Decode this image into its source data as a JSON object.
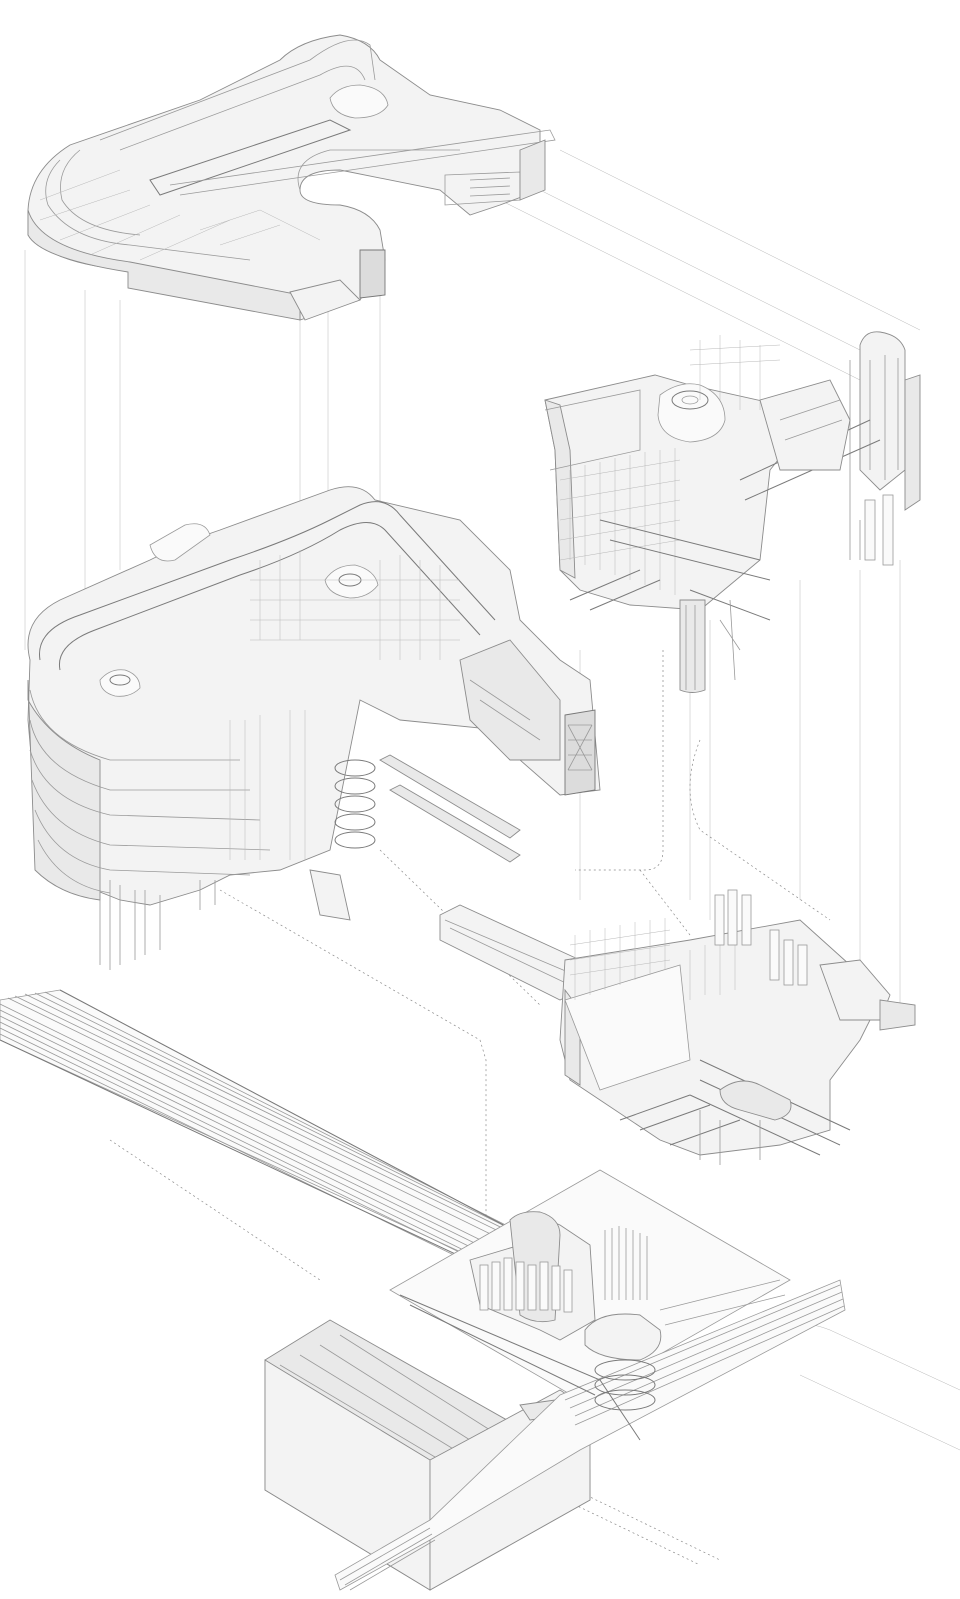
{
  "drawing": {
    "colors": {
      "background": "#ffffff",
      "line": "#8c8c8c",
      "fill_light": "#f3f3f3",
      "fill_mid": "#e9e9e9"
    },
    "components": [
      "roof-canopy-layer",
      "upper-right-module",
      "main-curved-building",
      "middle-right-module",
      "rail-track-bundle",
      "ground-base-platform"
    ]
  }
}
